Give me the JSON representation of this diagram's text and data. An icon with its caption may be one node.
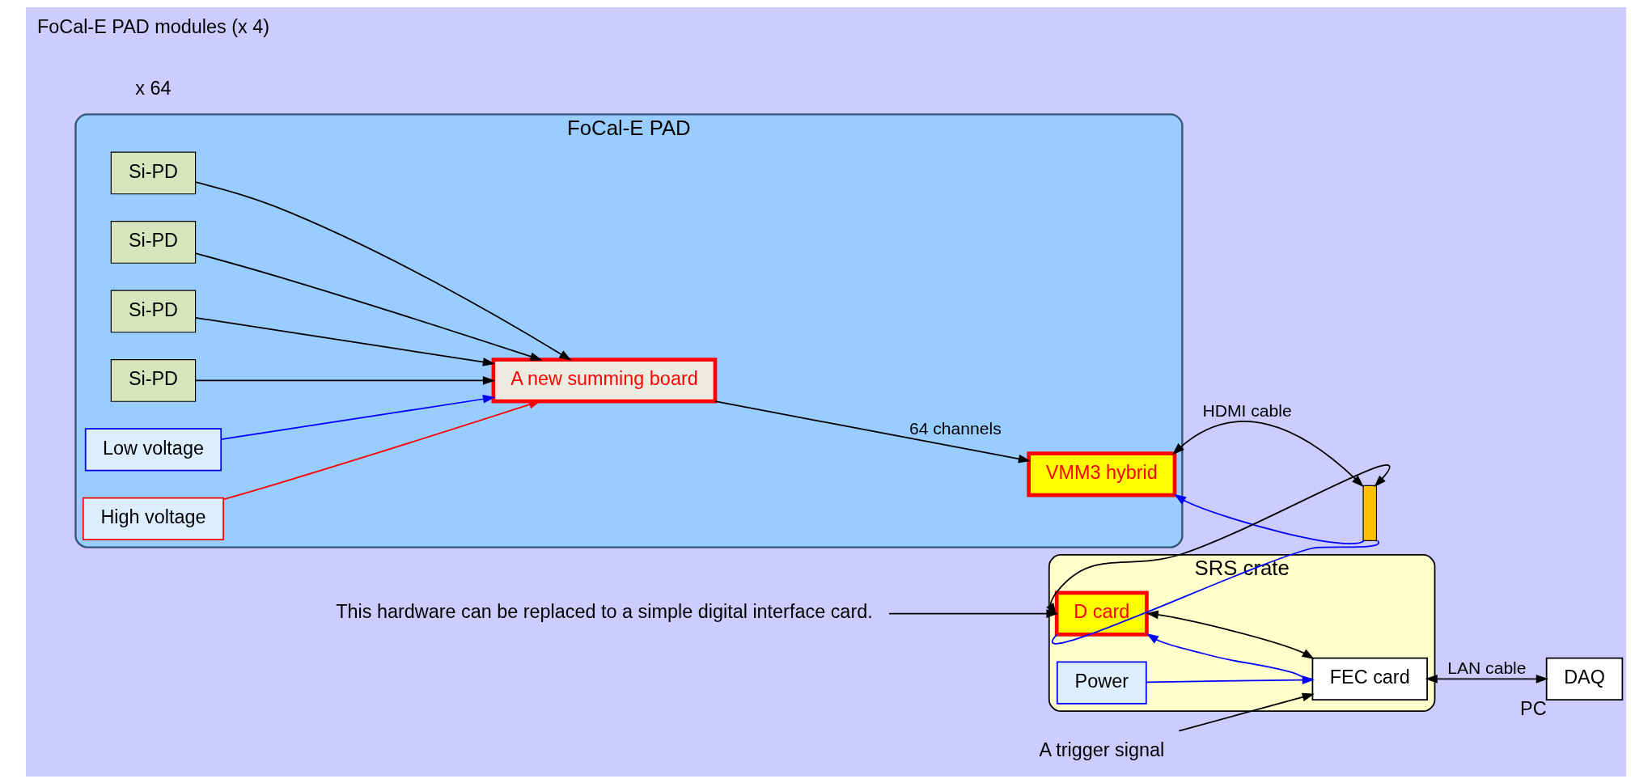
{
  "diagram": {
    "nodes": [
      {
        "text": [
          "FoCal-E PAD"
        ]
      },
      {
        "text": [
          "Si-PD"
        ],
        "in": 0
      },
      {
        "text": [
          "Si-PD"
        ],
        "in": 0
      },
      {
        "text": [
          "Si-PD"
        ],
        "in": 0
      },
      {
        "text": [
          "Si-PD"
        ],
        "in": 0
      },
      {
        "text": [
          "A new summing board"
        ],
        "in": 0
      },
      {
        "text": [
          "VMM3 hybrid"
        ],
        "in": 0
      },
      {
        "text": [
          "Low voltage"
        ],
        "in": 0
      },
      {
        "text": [
          "High voltage"
        ],
        "in": 0
      },
      {
        "text": [
          "SRS crate"
        ]
      },
      {
        "text": [],
        "shape": "bar"
      },
      {
        "text": [
          "D card"
        ],
        "in": 9
      },
      {
        "text": [
          "FEC card"
        ],
        "in": 9
      },
      {
        "text": [
          "Power"
        ],
        "in": 9
      },
      {
        "text": [
          "DAQ"
        ],
        "beside": [
          "PC"
        ]
      },
      {
        "text": [
          "This hardware can be replaced to a simple digital interface card."
        ]
      },
      {
        "text": [
          "A trigger signal"
        ]
      }
    ],
    "edges": [
      {
        "from": 1,
        "to": 5,
        "arrow": "to"
      },
      {
        "from": 2,
        "to": 5,
        "arrow": "to"
      },
      {
        "from": 3,
        "to": 5,
        "arrow": "to"
      },
      {
        "from": 4,
        "to": 5,
        "arrow": "to"
      },
      {
        "from": 8,
        "to": 5,
        "arrow": "to",
        "color": "#ff0000"
      },
      {
        "from": 7,
        "to": 5,
        "arrow": "to",
        "color": "#0000ff"
      },
      {
        "from": 5,
        "to": 6,
        "arrow": "to",
        "label": "64 channels"
      },
      {
        "from": 6,
        "to": 10,
        "arrow": "both",
        "label": "HDMI cable"
      },
      {
        "from": 10,
        "to": 11,
        "arrow": "both"
      },
      {
        "from": 10,
        "to": 6,
        "arrow": "to",
        "color": "#0000ff"
      },
      {
        "from": 11,
        "to": 10,
        "arrow": "none",
        "color": "#0000ff"
      },
      {
        "from": 11,
        "to": 12,
        "arrow": "both"
      },
      {
        "from": 12,
        "to": 11,
        "arrow": "to",
        "color": "#0000ff"
      },
      {
        "from": 13,
        "to": 12,
        "arrow": "to",
        "color": "#0000ff"
      },
      {
        "from": 16,
        "to": 12,
        "arrow": "to"
      },
      {
        "from": 12,
        "to": 14,
        "arrow": "both",
        "label": "LAN cable"
      },
      {
        "from": 15,
        "to": 11,
        "arrow": "to"
      }
    ],
    "labels": [
      "x 64",
      "FoCal-E PAD modules (x 4)"
    ]
  }
}
